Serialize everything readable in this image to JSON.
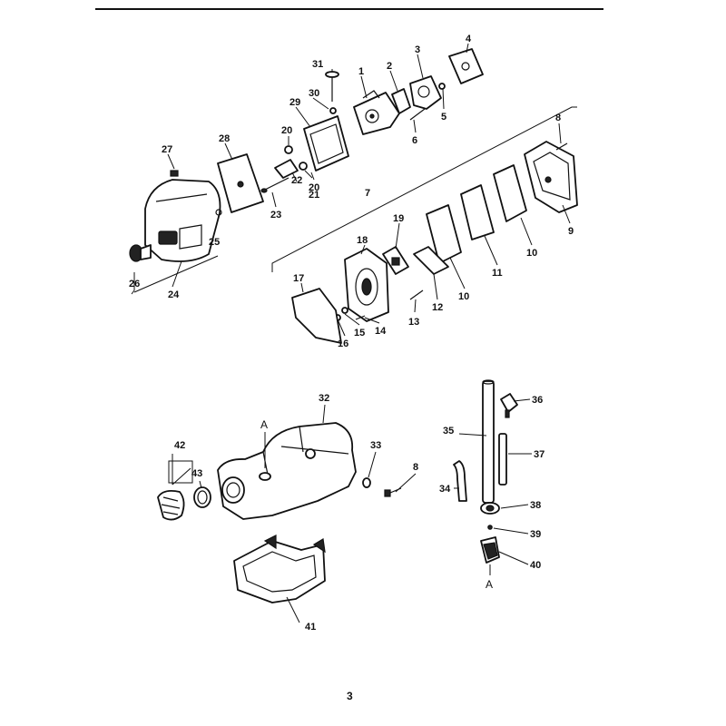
{
  "callouts": {
    "c1": "1",
    "c2": "2",
    "c3": "3",
    "c4": "4",
    "c5": "5",
    "c6": "6",
    "c7": "7",
    "c8a": "8",
    "c8b": "8",
    "c9": "9",
    "c10a": "10",
    "c10b": "10",
    "c11": "11",
    "c12": "12",
    "c13": "13",
    "c14": "14",
    "c15": "15",
    "c16": "16",
    "c17": "17",
    "c18": "18",
    "c19": "19",
    "c20a": "20",
    "c20b": "20",
    "c21": "21",
    "c22": "22",
    "c23": "23",
    "c24": "24",
    "c25": "25",
    "c26": "26",
    "c27": "27",
    "c28": "28",
    "c29": "29",
    "c30": "30",
    "c31": "31",
    "c32": "32",
    "c33": "33",
    "c34": "34",
    "c35": "35",
    "c36": "36",
    "c37": "37",
    "c38": "38",
    "c39": "39",
    "c40": "40",
    "c41": "41",
    "c42": "42",
    "c43": "43"
  },
  "refs": {
    "a_top": "A",
    "a_bottom": "A"
  },
  "page_number": "3"
}
